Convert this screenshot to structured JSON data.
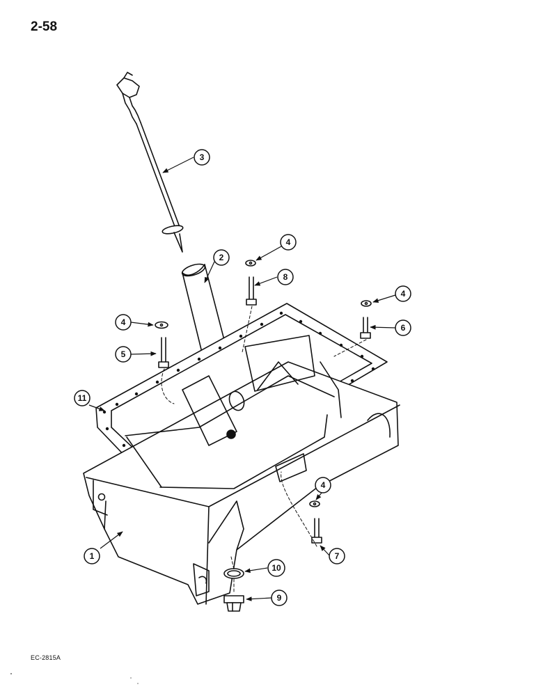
{
  "page": {
    "number": "2-58",
    "figure_code": "EC-2815A"
  },
  "callouts": [
    {
      "id": "callout-1",
      "label": "1"
    },
    {
      "id": "callout-2",
      "label": "2"
    },
    {
      "id": "callout-3",
      "label": "3"
    },
    {
      "id": "callout-4a",
      "label": "4"
    },
    {
      "id": "callout-4b",
      "label": "4"
    },
    {
      "id": "callout-4c",
      "label": "4"
    },
    {
      "id": "callout-4d",
      "label": "4"
    },
    {
      "id": "callout-5",
      "label": "5"
    },
    {
      "id": "callout-6",
      "label": "6"
    },
    {
      "id": "callout-7",
      "label": "7"
    },
    {
      "id": "callout-8",
      "label": "8"
    },
    {
      "id": "callout-9",
      "label": "9"
    },
    {
      "id": "callout-10",
      "label": "10"
    },
    {
      "id": "callout-11",
      "label": "11"
    }
  ]
}
